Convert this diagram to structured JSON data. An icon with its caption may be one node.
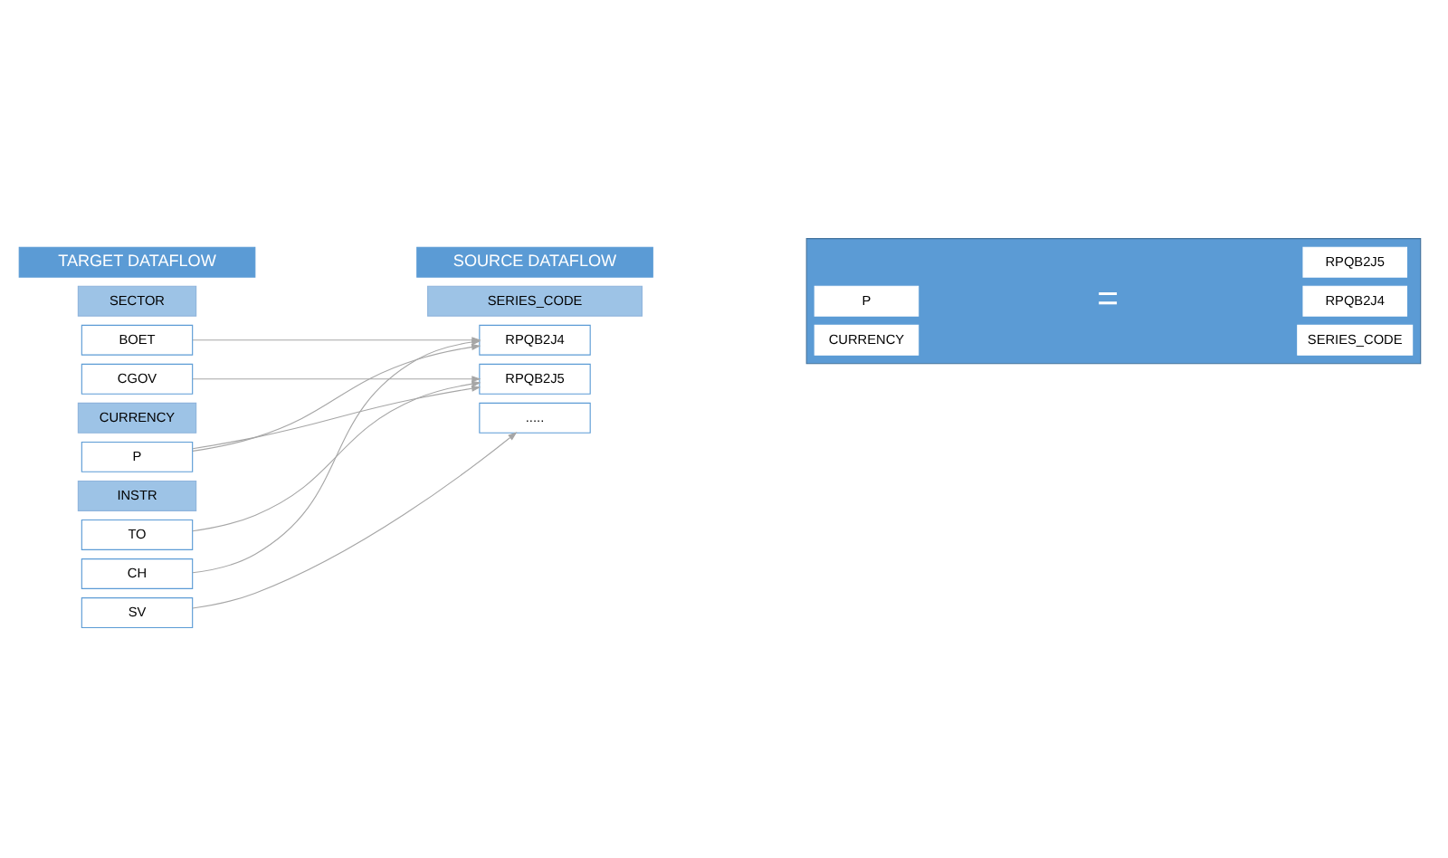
{
  "diagram": {
    "nodes": [
      {
        "text": [
          "TARGET DATAFLOW"
        ]
      },
      {
        "text": [
          "SECTOR"
        ]
      },
      {
        "text": [
          "BOET"
        ]
      },
      {
        "text": [
          "CGOV"
        ]
      },
      {
        "text": [
          "CURRENCY"
        ]
      },
      {
        "text": [
          "P"
        ]
      },
      {
        "text": [
          "INSTR"
        ]
      },
      {
        "text": [
          "TO"
        ]
      },
      {
        "text": [
          "CH"
        ]
      },
      {
        "text": [
          "SV"
        ]
      },
      {
        "text": [
          "SOURCE DATAFLOW"
        ]
      },
      {
        "text": [
          "SERIES_CODE"
        ]
      },
      {
        "text": [
          "RPQB2J4"
        ]
      },
      {
        "text": [
          "RPQB2J5"
        ]
      },
      {
        "text": [
          "....."
        ]
      },
      {
        "text": [],
        "shape": "box"
      },
      {
        "text": [
          "CURRENCY"
        ],
        "in": 15
      },
      {
        "text": [
          "P"
        ],
        "in": 15
      },
      {
        "text": [
          "SERIES_CODE"
        ],
        "in": 15
      },
      {
        "text": [
          "RPQB2J4"
        ],
        "in": 15
      },
      {
        "text": [
          "RPQB2J5"
        ],
        "in": 15
      }
    ],
    "edges": [
      {
        "from": 2,
        "to": 12,
        "arrow": "to"
      },
      {
        "from": 3,
        "to": 13,
        "arrow": "to"
      },
      {
        "from": 5,
        "to": 12,
        "arrow": "to"
      },
      {
        "from": 5,
        "to": 13,
        "arrow": "to"
      },
      {
        "from": 7,
        "to": 13,
        "arrow": "to"
      },
      {
        "from": 8,
        "to": 12,
        "arrow": "to"
      },
      {
        "from": 9,
        "to": 14,
        "arrow": "to"
      }
    ],
    "labels": [
      "="
    ]
  }
}
